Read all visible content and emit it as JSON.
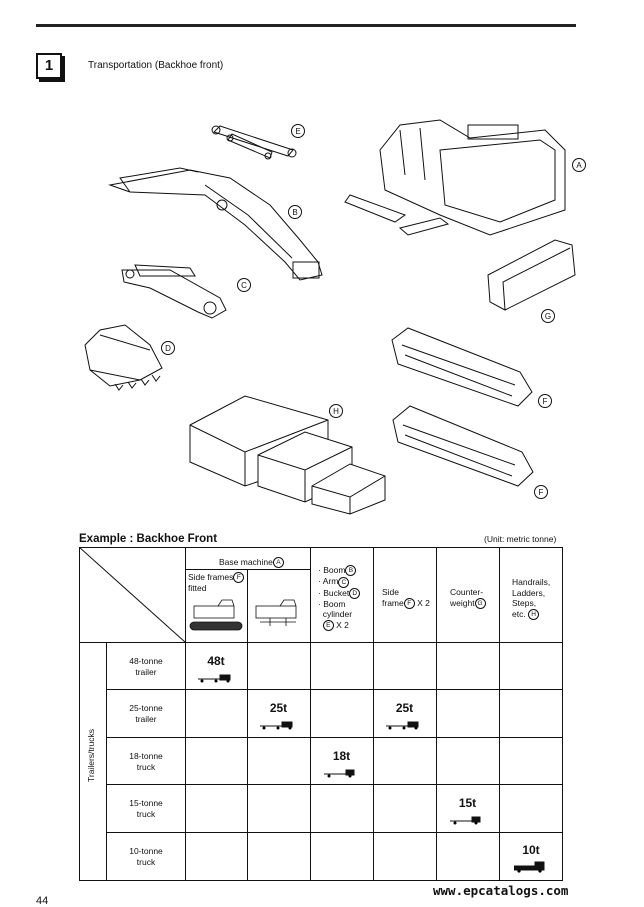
{
  "section": {
    "number": "1",
    "title": "Transportation (Backhoe front)"
  },
  "parts": [
    {
      "letter": "A",
      "desc": "base-machine"
    },
    {
      "letter": "B",
      "desc": "boom"
    },
    {
      "letter": "C",
      "desc": "arm"
    },
    {
      "letter": "D",
      "desc": "bucket"
    },
    {
      "letter": "E",
      "desc": "boom-cylinder"
    },
    {
      "letter": "F",
      "desc": "side-frame"
    },
    {
      "letter": "F",
      "desc": "side-frame"
    },
    {
      "letter": "G",
      "desc": "counterweight"
    },
    {
      "letter": "H",
      "desc": "handrails-ladders-steps"
    }
  ],
  "example": {
    "title": "Example : Backhoe Front",
    "unit": "(Unit: metric tonne)",
    "base_machine_label": "Base machine",
    "base_machine_letter": "A",
    "side_frames_label": "Side frames",
    "side_frames_letter": "F",
    "side_frames_label2": "fitted",
    "boom_col": {
      "boom": "· Boom",
      "boom_l": "B",
      "arm": "· Arm",
      "arm_l": "C",
      "bucket": "· Bucket",
      "bucket_l": "D",
      "cyl1": "· Boom",
      "cyl2": "cylinder",
      "cyl_l": "E",
      "cyl_x": "X 2"
    },
    "side_frame_col": {
      "line1": "Side",
      "line2": "frame",
      "letter": "F",
      "x": "X 2"
    },
    "counterweight_col": {
      "line1": "Counter-",
      "line2": "weight",
      "letter": "G"
    },
    "handrails_col": {
      "line1": "Handrails,",
      "line2": "Ladders,",
      "line3": "Steps,",
      "line4": "etc.",
      "letter": "H"
    },
    "vertical_label": "Trailers/trucks",
    "rows": [
      {
        "l1": "48-tonne",
        "l2": "trailer",
        "weight": "48t"
      },
      {
        "l1": "25-tonne",
        "l2": "trailer",
        "weight": "25t"
      },
      {
        "l1": "18-tonne",
        "l2": "truck",
        "weight": "18t"
      },
      {
        "l1": "15-tonne",
        "l2": "truck",
        "weight": "15t"
      },
      {
        "l1": "10-tonne",
        "l2": "truck",
        "weight": "10t"
      }
    ],
    "weights_extra": {
      "r1_side": "25t"
    }
  },
  "page_number": "44",
  "watermark": "www.epcatalogs.com"
}
